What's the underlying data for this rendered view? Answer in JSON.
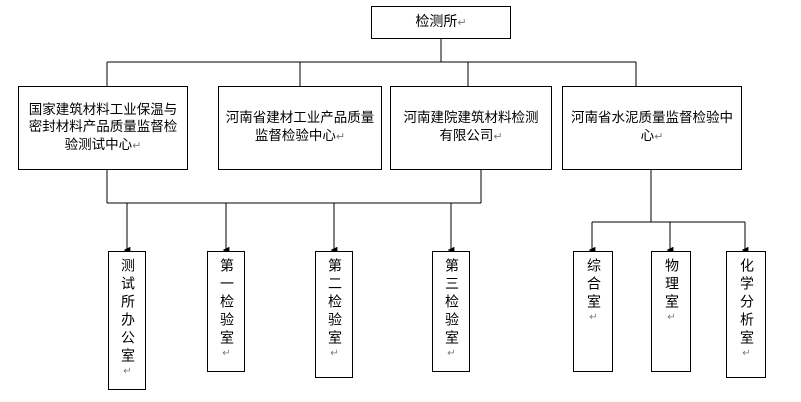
{
  "diagram": {
    "type": "organization-chart",
    "title_node": {
      "id": "root",
      "label": "检测所",
      "return_mark": "↵"
    },
    "level2": [
      {
        "id": "n1",
        "label": "国家建筑材料工业保温与密封材料产品质量监督检验测试中心",
        "return_mark": "↵"
      },
      {
        "id": "n2",
        "label": "河南省建材工业产品质量监督检验中心",
        "return_mark": "↵"
      },
      {
        "id": "n3",
        "label": "河南建院建筑材料检测有限公司",
        "return_mark": "↵"
      },
      {
        "id": "n4",
        "label": "河南省水泥质量监督检验中心",
        "return_mark": "↵"
      }
    ],
    "level3_left": [
      {
        "id": "l1",
        "label": "测试所办公室",
        "return_mark": "↵"
      },
      {
        "id": "l2",
        "label": "第一检验室",
        "return_mark": "↵"
      },
      {
        "id": "l3",
        "label": "第二检验室",
        "return_mark": "↵"
      },
      {
        "id": "l4",
        "label": "第三检验室",
        "return_mark": "↵"
      }
    ],
    "level3_right": [
      {
        "id": "r1",
        "label": "综合室",
        "return_mark": "↵"
      },
      {
        "id": "r2",
        "label": "物理室",
        "return_mark": "↵"
      },
      {
        "id": "r3",
        "label": "化学分析室",
        "return_mark": "↵"
      }
    ],
    "colors": {
      "line": "#000000",
      "box_border": "#000000",
      "box_fill": "#ffffff",
      "text": "#000000",
      "return_mark": "#7a7a7a",
      "background": "#ffffff"
    }
  }
}
